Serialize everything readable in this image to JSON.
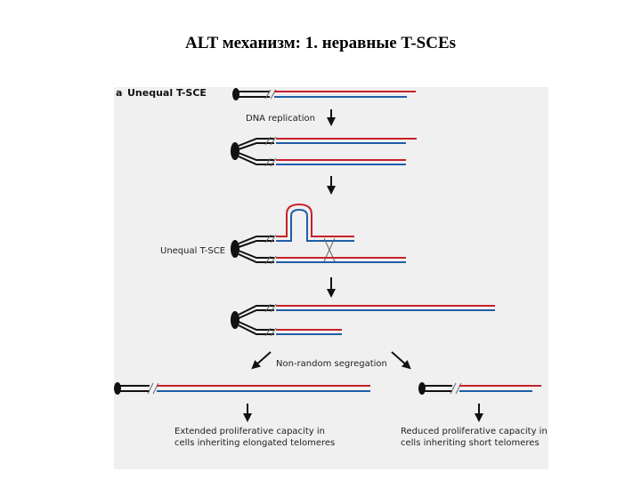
{
  "slide": {
    "title": "ALT механизм: 1. неравные T-SCEs"
  },
  "figure": {
    "panel_letter": "a",
    "panel_title": "Unequal T-SCE",
    "step_dna_replication": "DNA replication",
    "step_unequal_tsce": "Unequal T-SCE",
    "step_segregation": "Non-random segregation",
    "outcome_left_line1": "Extended proliferative capacity in",
    "outcome_left_line2": "cells inheriting elongated telomeres",
    "outcome_right_line1": "Reduced proliferative capacity in",
    "outcome_right_line2": "cells inheriting short telomeres",
    "colors": {
      "strand_red": "#c8202a",
      "strand_blue": "#1f5ca8",
      "chromatid_black": "#111111",
      "background": "#f0f0f0"
    }
  }
}
